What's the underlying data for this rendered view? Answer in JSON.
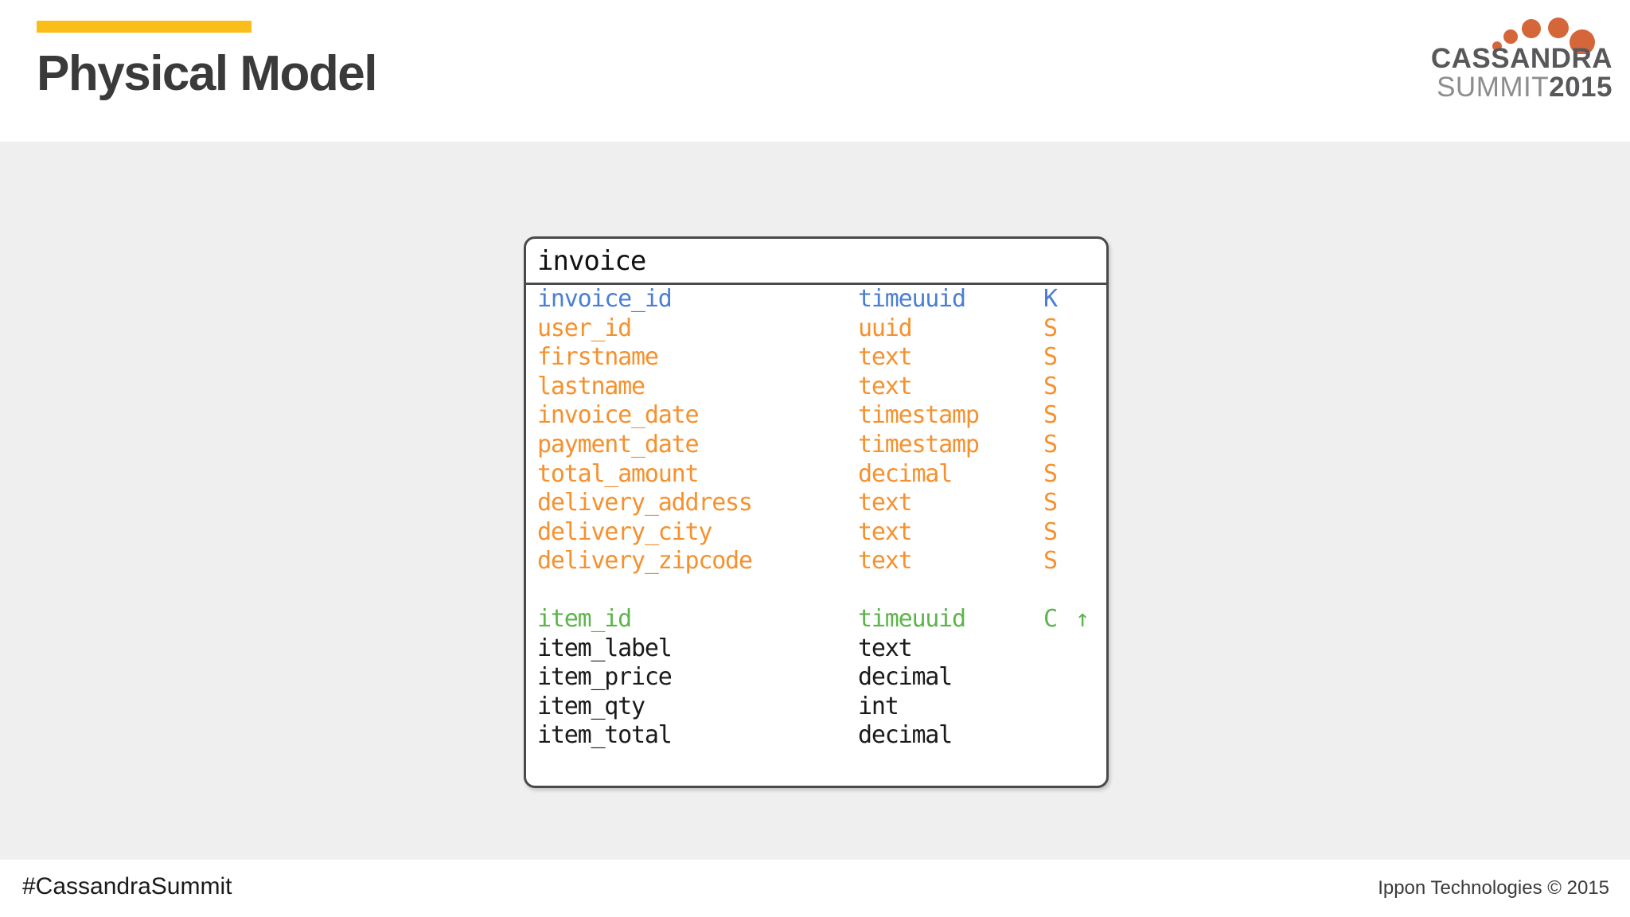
{
  "slide": {
    "title": "Physical Model",
    "accent_color": "#fbbd17"
  },
  "logo": {
    "name": "cassandra-summit-logo",
    "word_top": "CASSANDRA",
    "word_bottom": "SUMMIT",
    "year": "2015",
    "dot_color": "#d4663a",
    "text_color": "#58585a"
  },
  "footer": {
    "hashtag": "#CassandraSummit",
    "copyright": "Ippon Technologies © 2015"
  },
  "table": {
    "name": "invoice",
    "colors": {
      "partition": "#4a7fd4",
      "static": "#f5912e",
      "clustering": "#5cb54a",
      "regular": "#1a1a1a"
    },
    "columns": [
      {
        "name": "invoice_id",
        "type": "timeuuid",
        "key": "K",
        "arrow": "",
        "role": "partition"
      },
      {
        "name": "user_id",
        "type": "uuid",
        "key": "S",
        "arrow": "",
        "role": "static"
      },
      {
        "name": "firstname",
        "type": "text",
        "key": "S",
        "arrow": "",
        "role": "static"
      },
      {
        "name": "lastname",
        "type": "text",
        "key": "S",
        "arrow": "",
        "role": "static"
      },
      {
        "name": "invoice_date",
        "type": "timestamp",
        "key": "S",
        "arrow": "",
        "role": "static"
      },
      {
        "name": "payment_date",
        "type": "timestamp",
        "key": "S",
        "arrow": "",
        "role": "static"
      },
      {
        "name": "total_amount",
        "type": "decimal",
        "key": "S",
        "arrow": "",
        "role": "static"
      },
      {
        "name": "delivery_address",
        "type": "text",
        "key": "S",
        "arrow": "",
        "role": "static"
      },
      {
        "name": "delivery_city",
        "type": "text",
        "key": "S",
        "arrow": "",
        "role": "static"
      },
      {
        "name": "delivery_zipcode",
        "type": "text",
        "key": "S",
        "arrow": "",
        "role": "static"
      },
      {
        "name": "",
        "type": "",
        "key": "",
        "arrow": "",
        "role": "spacer"
      },
      {
        "name": "item_id",
        "type": "timeuuid",
        "key": "C",
        "arrow": "↑",
        "role": "clustering"
      },
      {
        "name": "item_label",
        "type": "text",
        "key": "",
        "arrow": "",
        "role": "regular"
      },
      {
        "name": "item_price",
        "type": "decimal",
        "key": "",
        "arrow": "",
        "role": "regular"
      },
      {
        "name": "item_qty",
        "type": "int",
        "key": "",
        "arrow": "",
        "role": "regular"
      },
      {
        "name": "item_total",
        "type": "decimal",
        "key": "",
        "arrow": "",
        "role": "regular"
      }
    ]
  }
}
